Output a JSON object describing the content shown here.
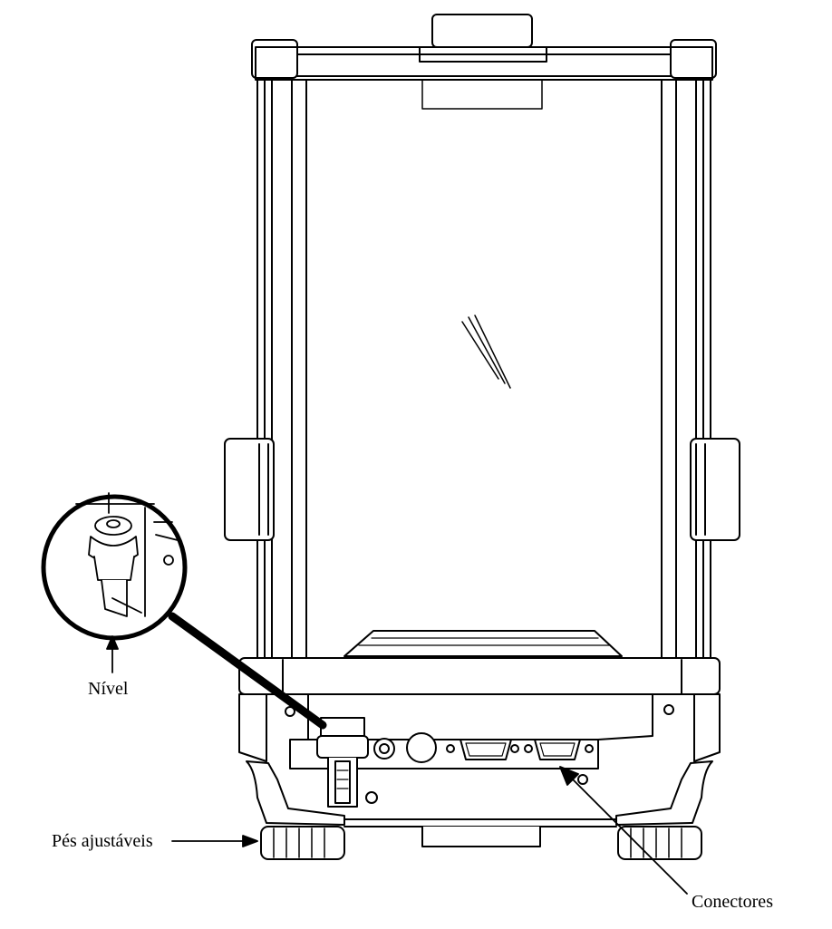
{
  "labels": {
    "nivel": "Nível",
    "pes_ajustaveis": "Pés ajustáveis",
    "conectores": "Conectores"
  },
  "colors": {
    "line": "#000000",
    "fill": "#ffffff",
    "panel": "#f2f2f2"
  }
}
